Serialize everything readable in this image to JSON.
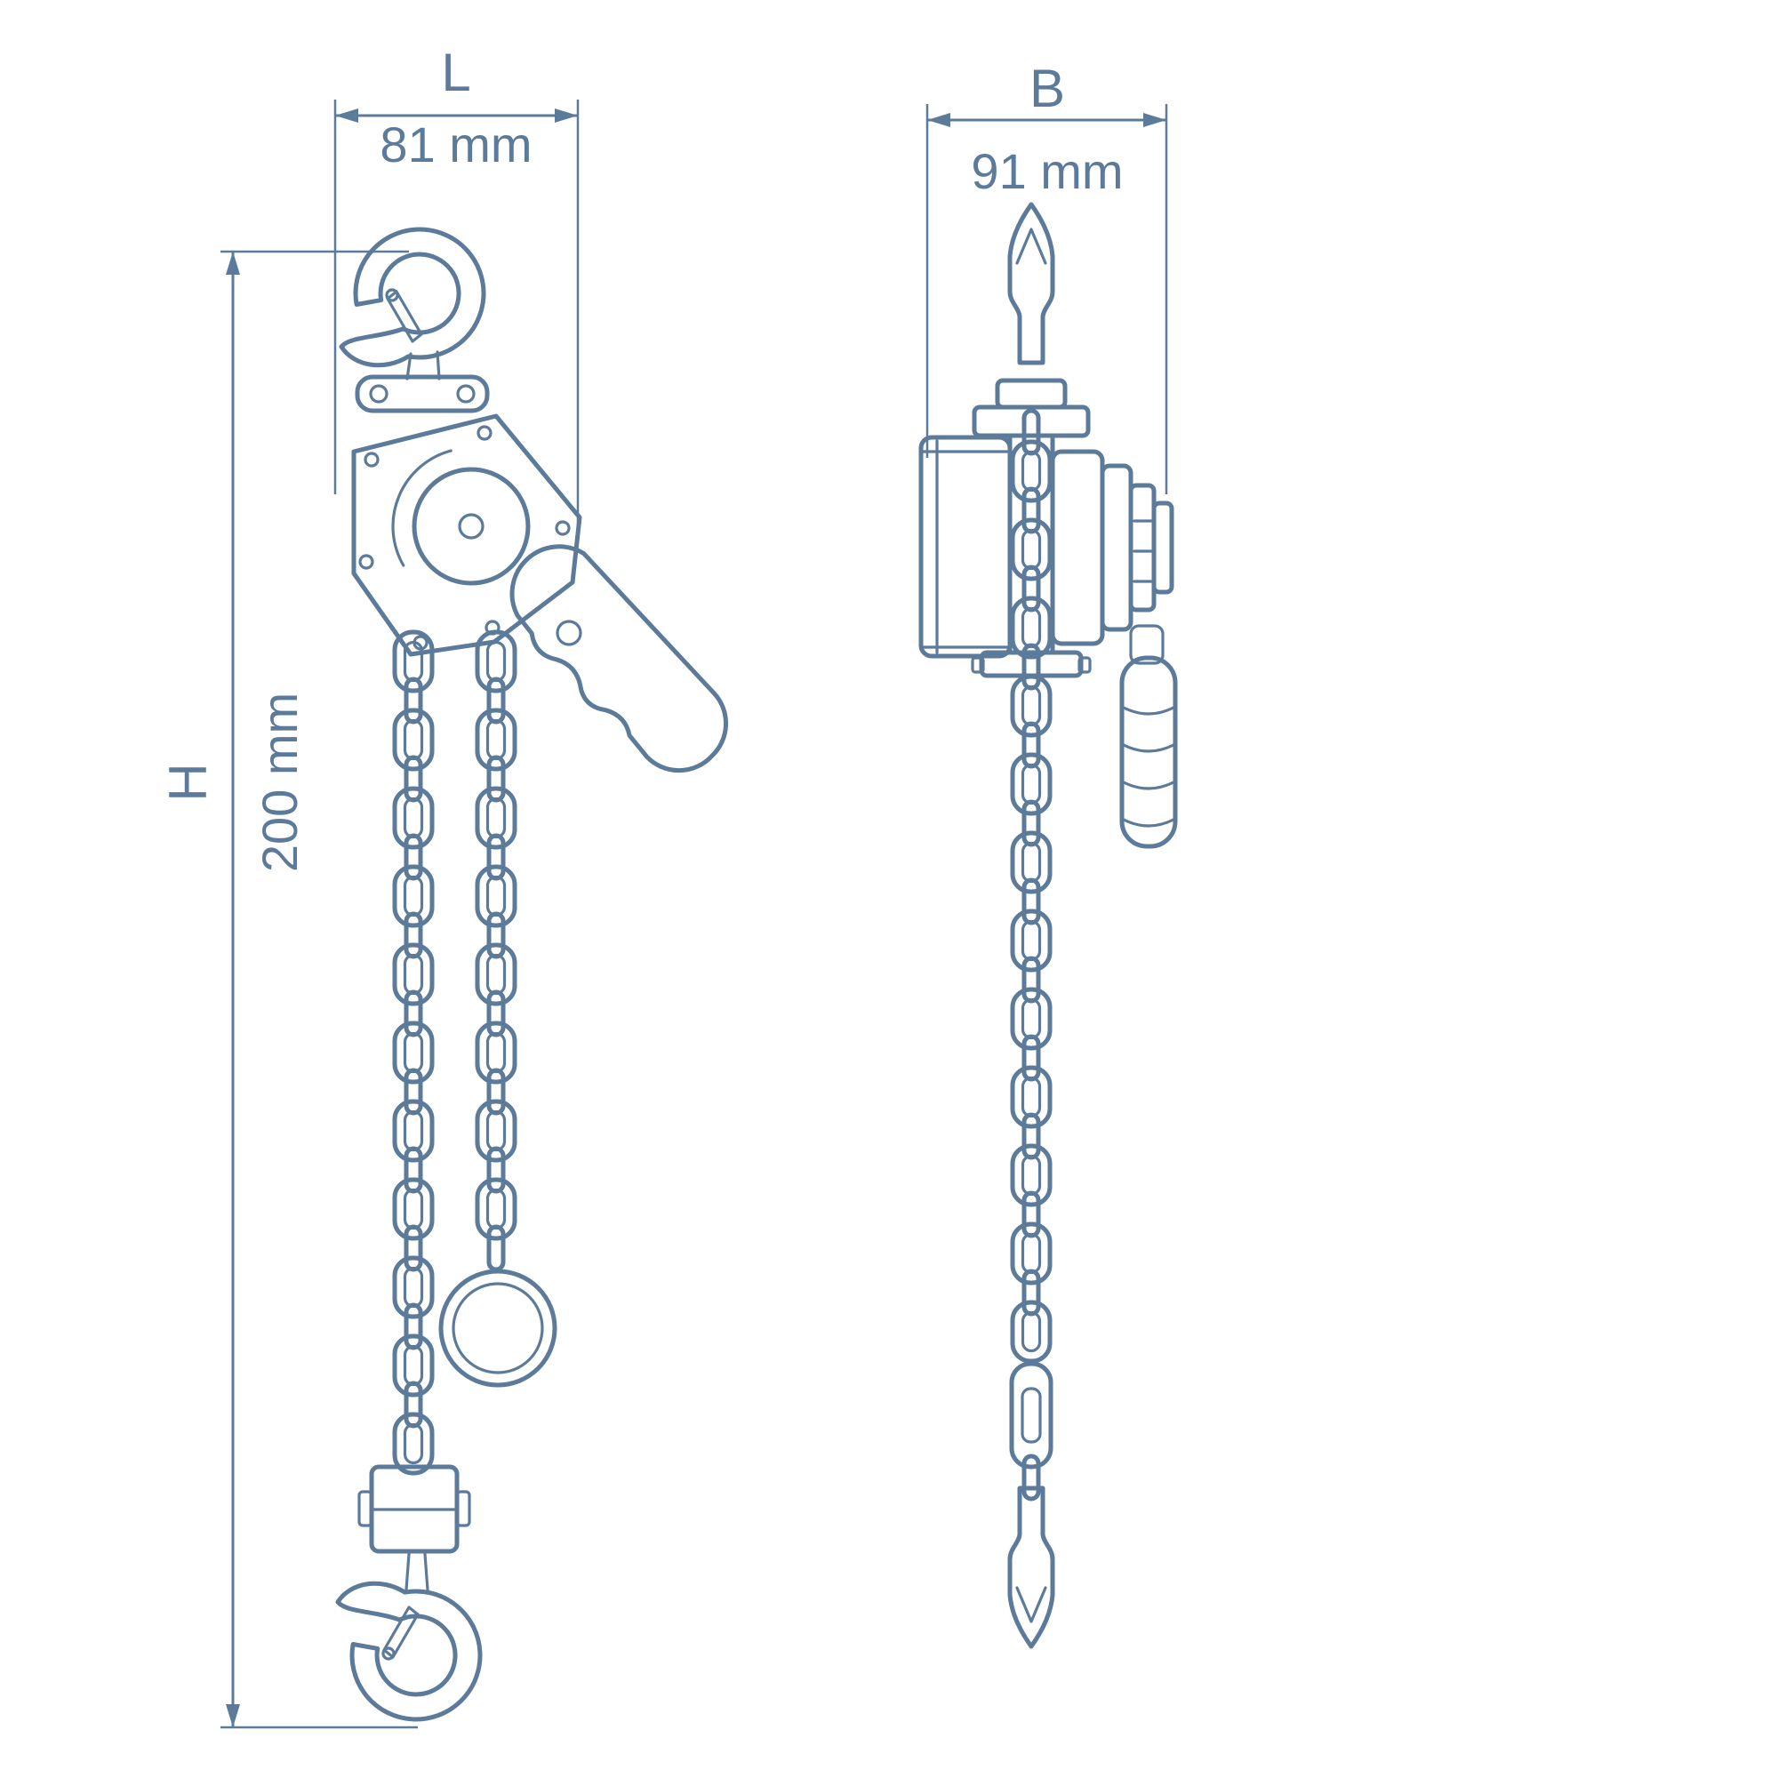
{
  "colors": {
    "line": "#5c7a99",
    "background": "#ffffff"
  },
  "views": {
    "front": {
      "dim_L": {
        "label": "L",
        "value": "81 mm"
      },
      "dim_H": {
        "label": "H",
        "value": "200 mm"
      }
    },
    "side": {
      "dim_B": {
        "label": "B",
        "value": "91 mm"
      }
    }
  }
}
